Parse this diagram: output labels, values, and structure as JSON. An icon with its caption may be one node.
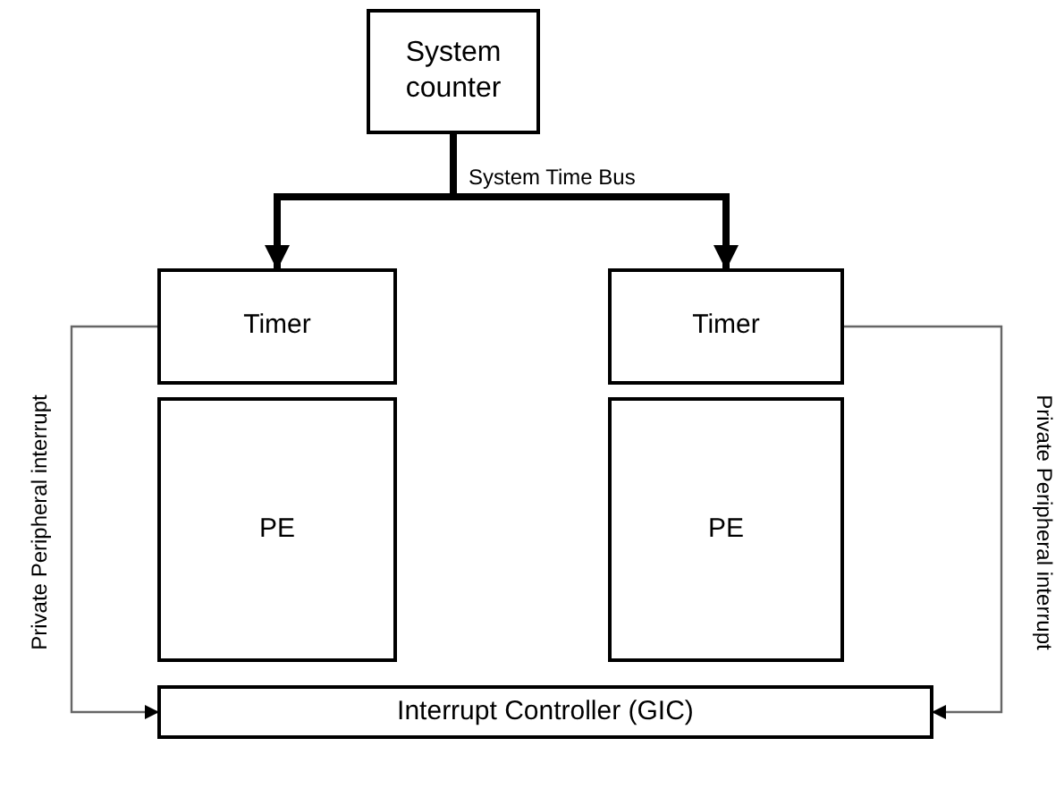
{
  "diagram": {
    "nodes": [
      {
        "text": [
          "System counter"
        ]
      },
      {
        "text": [
          "Timer"
        ]
      },
      {
        "text": [
          "PE"
        ]
      },
      {
        "text": [
          "Timer"
        ]
      },
      {
        "text": [
          "PE"
        ]
      },
      {
        "text": [
          "Interrupt Controller (GIC)"
        ]
      }
    ],
    "edges": [
      {
        "from": 0,
        "to": 1,
        "arrow": "to",
        "style": "thick"
      },
      {
        "from": 0,
        "to": 3,
        "arrow": "to",
        "style": "thick",
        "label": "System Time Bus"
      },
      {
        "from": 1,
        "to": 5,
        "arrow": "to",
        "color": "#666666",
        "label": "Private Peripheral interrupt"
      },
      {
        "from": 3,
        "to": 5,
        "arrow": "to",
        "color": "#666666",
        "label": "Private Peripheral interrupt"
      }
    ]
  }
}
